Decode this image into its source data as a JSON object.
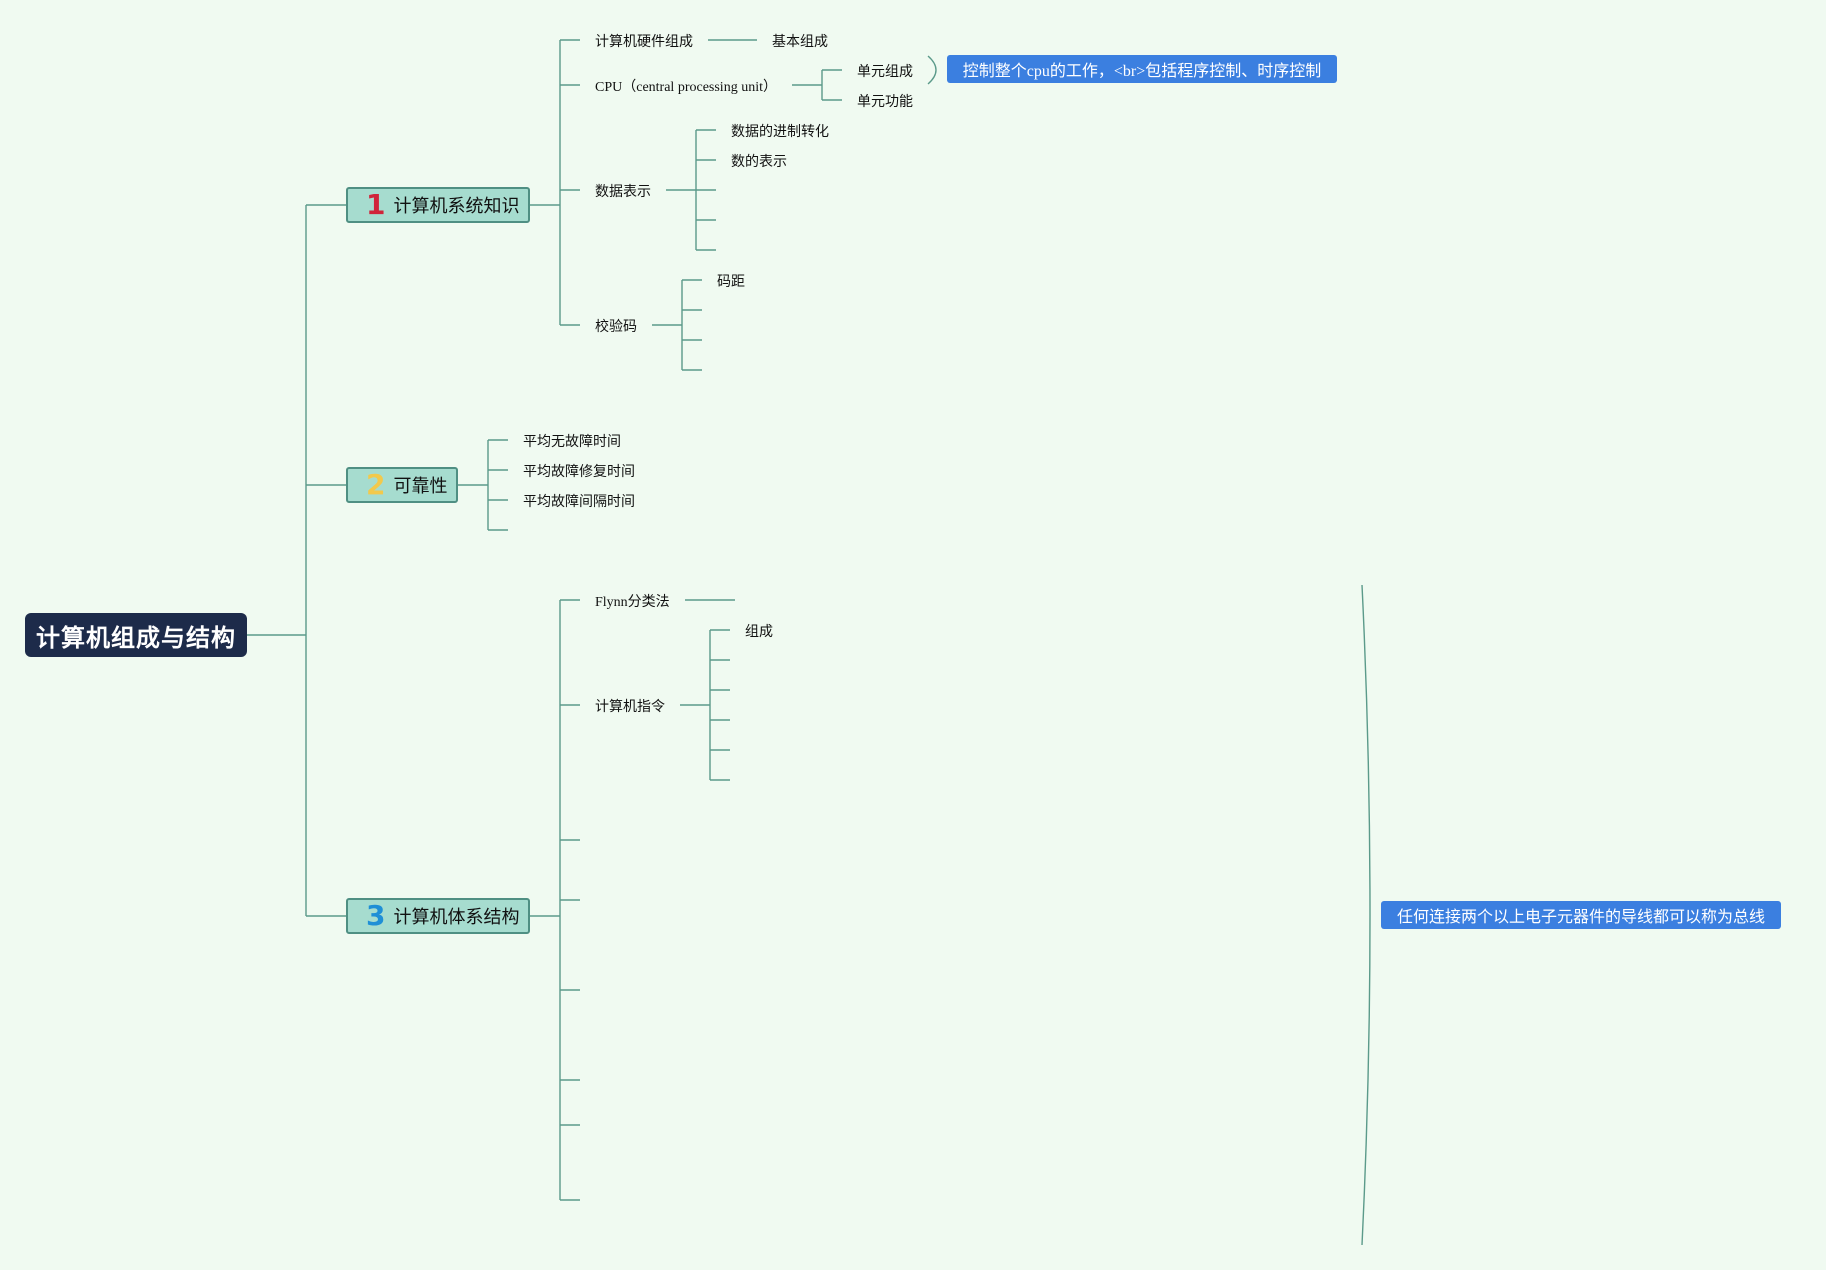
{
  "colors": {
    "background": "#f0faf1",
    "root_fill": "#1d2b4a",
    "topic_fill": "#a6dccf",
    "line": "#5b9a8a",
    "callout_fill": "#3b7fe0",
    "num1": "#d0243a",
    "num2": "#f2c94c",
    "num3": "#1f8fd6"
  },
  "root": {
    "label": "计算机组成与结构"
  },
  "topics": [
    {
      "num": "1",
      "label": "计算机系统知识",
      "children": [
        {
          "label": "计算机硬件组成",
          "child": "基本组成"
        },
        {
          "label": "CPU（central processing unit）",
          "children": [
            "单元组成",
            "单元功能"
          ]
        },
        {
          "label": "数据表示",
          "children": [
            "数据的进制转化",
            "数的表示"
          ]
        },
        {
          "label": "校验码",
          "children": [
            "码距"
          ]
        }
      ]
    },
    {
      "num": "2",
      "label": "可靠性",
      "children": [
        "平均无故障时间",
        "平均故障修复时间",
        "平均故障间隔时间"
      ]
    },
    {
      "num": "3",
      "label": "计算机体系结构",
      "children": [
        {
          "label": "Flynn分类法"
        },
        {
          "label": "计算机指令",
          "children": [
            "组成"
          ]
        }
      ]
    }
  ],
  "callouts": {
    "cpu_units": "控制整个cpu的工作，<br>包括程序控制、时序控制",
    "bus": "任何连接两个以上电子元器件的导线都可以称为总线"
  }
}
